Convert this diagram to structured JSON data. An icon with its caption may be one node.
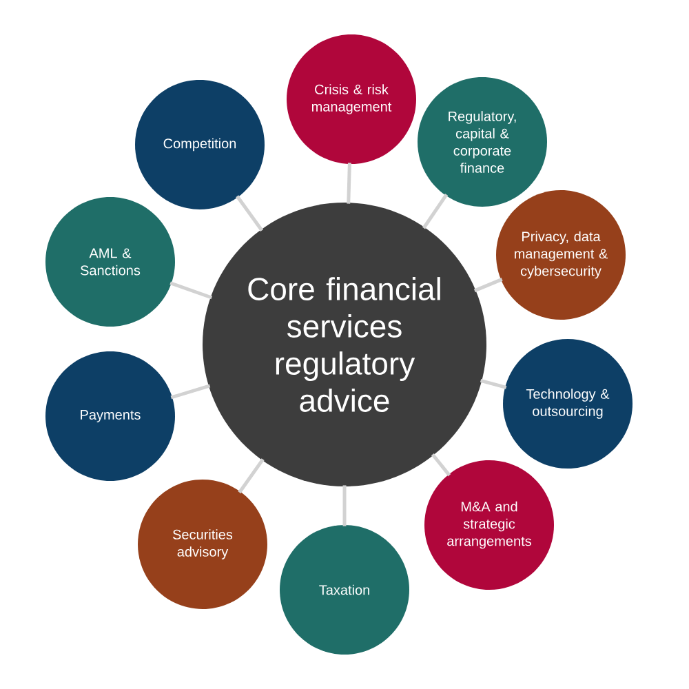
{
  "diagram": {
    "nodes": [
      {
        "text": [
          "Core financial services regulatory advice"
        ]
      },
      {
        "text": [
          "Crisis & risk management"
        ]
      },
      {
        "text": [
          "Regulatory, capital & corporate finance"
        ]
      },
      {
        "text": [
          "Privacy, data management & cybersecurity"
        ]
      },
      {
        "text": [
          "Technology & outsourcing"
        ]
      },
      {
        "text": [
          "M&A and strategic arrangements"
        ]
      },
      {
        "text": [
          "Taxation"
        ]
      },
      {
        "text": [
          "Securities advisory"
        ]
      },
      {
        "text": [
          "Payments"
        ]
      },
      {
        "text": [
          "AML & Sanctions"
        ]
      },
      {
        "text": [
          "Competition"
        ]
      }
    ],
    "edges": [
      {
        "from": 0,
        "to": 1,
        "arrow": "none"
      },
      {
        "from": 0,
        "to": 2,
        "arrow": "none"
      },
      {
        "from": 0,
        "to": 3,
        "arrow": "none"
      },
      {
        "from": 0,
        "to": 4,
        "arrow": "none"
      },
      {
        "from": 0,
        "to": 5,
        "arrow": "none"
      },
      {
        "from": 0,
        "to": 6,
        "arrow": "none"
      },
      {
        "from": 0,
        "to": 7,
        "arrow": "none"
      },
      {
        "from": 0,
        "to": 8,
        "arrow": "none"
      },
      {
        "from": 0,
        "to": 9,
        "arrow": "none"
      },
      {
        "from": 0,
        "to": 10,
        "arrow": "none"
      }
    ]
  }
}
